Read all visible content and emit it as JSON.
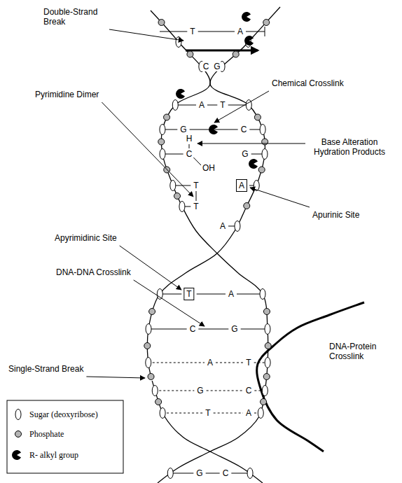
{
  "diagram": {
    "nodes": [
      {
        "text": [
          "A"
        ]
      },
      {
        "text": [
          "T"
        ]
      }
    ],
    "labels": [
      "Double-Strand Break",
      "T",
      "A",
      "C",
      "G",
      "Chemical Crosslink",
      "A",
      "T",
      "Pyrimidine Dimer",
      "G",
      "C",
      "H",
      "C",
      "OH",
      "G",
      "Base Alteration Hydration Products",
      "T",
      "T",
      "Apyrimidinic Site",
      "Apurinic Site",
      "A",
      "DNA-DNA Crosslink",
      "A",
      "Single-Strand Break",
      "C",
      "G",
      "A",
      "T",
      "DNA-Protein Crosslink",
      "G",
      "C",
      "T",
      "A",
      "G",
      "C"
    ],
    "legend": [
      {
        "text": "Sugar (deoxyribose)"
      },
      {
        "text": "Phosphate"
      },
      {
        "text": "R- alkyl group"
      }
    ]
  }
}
